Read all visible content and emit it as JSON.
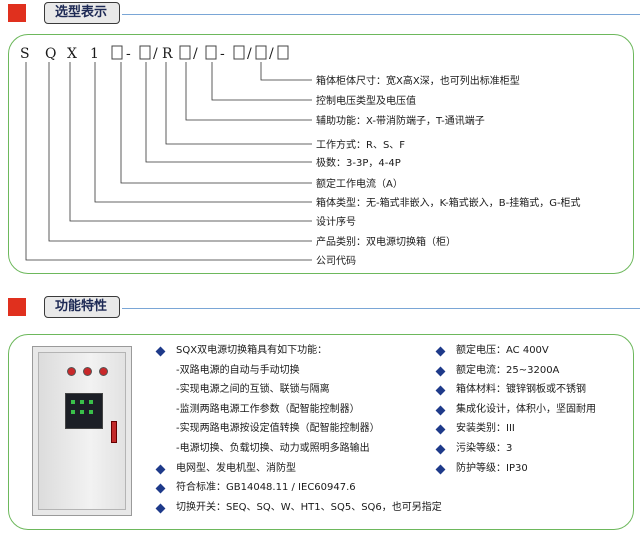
{
  "sections": {
    "model": {
      "title": "选型表示"
    },
    "features": {
      "title": "功能特性"
    }
  },
  "model_code": {
    "letters": [
      "S",
      "Q",
      "X",
      "1"
    ],
    "dash1": "-",
    "slash1": "/",
    "r_letter": "R",
    "slash2": "/",
    "dash2": "-",
    "slash3": "/",
    "slash4": "/"
  },
  "labels": [
    "箱体柜体尺寸：宽X高X深，也可列出标准柜型",
    "控制电压类型及电压值",
    "辅助功能：X-带消防端子，T-通讯端子",
    "工作方式：R、S、F",
    "极数：3-3P，4-4P",
    "额定工作电流（A）",
    "箱体类型：无-箱式非嵌入，K-箱式嵌入，B-挂箱式，G-柜式",
    "设计序号",
    "产品类别：双电源切换箱（柜）",
    "公司代码"
  ],
  "features": {
    "left": [
      {
        "bullet": true,
        "text": "SQX双电源切换箱具有如下功能："
      },
      {
        "bullet": false,
        "text": "-双路电源的自动与手动切换"
      },
      {
        "bullet": false,
        "text": "-实现电源之间的互锁、联锁与隔离"
      },
      {
        "bullet": false,
        "text": "-监测两路电源工作参数（配智能控制器）"
      },
      {
        "bullet": false,
        "text": "-实现两路电源按设定值转换（配智能控制器）"
      },
      {
        "bullet": false,
        "text": "-电源切换、负载切换、动力或照明多路输出"
      },
      {
        "bullet": true,
        "text": "电网型、发电机型、消防型"
      },
      {
        "bullet": true,
        "text": "符合标准：GB14048.11 / IEC60947.6"
      },
      {
        "bullet": true,
        "text": "切换开关：SEQ、SQ、W、HT1、SQ5、SQ6，也可另指定"
      }
    ],
    "right": [
      {
        "text": "额定电压：AC 400V"
      },
      {
        "text": "额定电流：25~3200A"
      },
      {
        "text": "箱体材料：镀锌钢板或不锈钢"
      },
      {
        "text": "集成化设计，体积小，坚固耐用"
      },
      {
        "text": "安装类别：III"
      },
      {
        "text": "污染等级：3"
      },
      {
        "text": "防护等级：IP30"
      }
    ]
  },
  "colors": {
    "accent_red": "#e0301e",
    "panel_border": "#6db85c",
    "rule_blue": "#7aa6d6",
    "bullet_blue": "#1e3a8a",
    "title_text": "#1e2a55"
  }
}
